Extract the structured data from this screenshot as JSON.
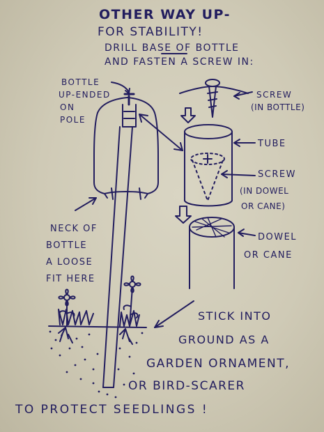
{
  "heading": {
    "line1": "OTHER WAY UP-",
    "line2": "FOR STABILITY!",
    "line3_pre": "DRILL ",
    "line3_base": "BASE",
    "line3_post": " OF BOTTLE",
    "line4": "AND FASTEN A SCREW IN:"
  },
  "labels": {
    "bottle_1": "BOTTLE",
    "bottle_2": "UP-ENDED",
    "bottle_3": "ON",
    "bottle_4": "POLE",
    "screw_bottle_1": "SCREW",
    "screw_bottle_2": "(IN BOTTLE)",
    "tube": "TUBE",
    "screw_dowel_1": "SCREW",
    "screw_dowel_2": "(IN DOWEL",
    "screw_dowel_3": "OR CANE)",
    "dowel_1": "DOWEL",
    "dowel_2": "OR CANE",
    "neck_1": "NECK OF",
    "neck_2": "BOTTLE",
    "neck_3": "A LOOSE",
    "neck_4": "FIT HERE"
  },
  "footer": {
    "line1": "STICK INTO",
    "line2": "GROUND AS A",
    "line3": "GARDEN ORNAMENT,",
    "line4": "OR BIRD-SCARER",
    "line5": "TO PROTECT SEEDLINGS !"
  },
  "colors": {
    "ink": "#221d5e",
    "paper": "#d6d2c0"
  }
}
